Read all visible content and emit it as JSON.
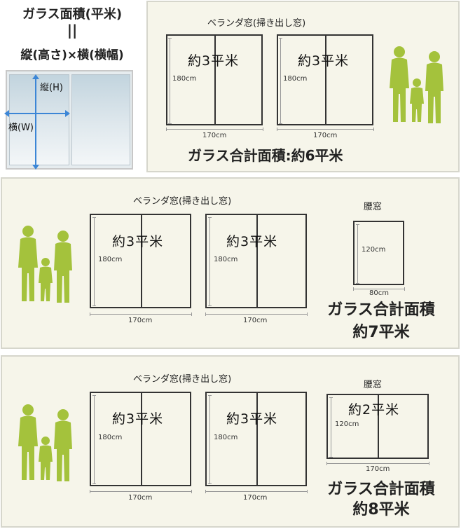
{
  "formula": {
    "title": "ガラス面積(平米)",
    "equals": "||",
    "expression": "縦(高さ)×横(横幅)",
    "height_label": "縦(H)",
    "width_label": "横(W)"
  },
  "panel1": {
    "label": "ベランダ窓(掃き出し窓)",
    "window1": {
      "area": "約3平米",
      "height": "180cm",
      "width": "170cm"
    },
    "window2": {
      "area": "約3平米",
      "height": "180cm",
      "width": "170cm"
    },
    "total": "ガラス合計面積:約6平米"
  },
  "panel2": {
    "label": "ベランダ窓(掃き出し窓)",
    "label_small": "腰窓",
    "window1": {
      "area": "約3平米",
      "height": "180cm",
      "width": "170cm"
    },
    "window2": {
      "area": "約3平米",
      "height": "180cm",
      "width": "170cm"
    },
    "window3": {
      "height": "120cm",
      "width": "80cm"
    },
    "total_title": "ガラス合計面積",
    "total_value": "約7平米"
  },
  "panel3": {
    "label": "ベランダ窓(掃き出し窓)",
    "label_small": "腰窓",
    "window1": {
      "area": "約3平米",
      "height": "180cm",
      "width": "170cm"
    },
    "window2": {
      "area": "約3平米",
      "height": "180cm",
      "width": "170cm"
    },
    "window3": {
      "area": "約2平米",
      "height": "120cm",
      "width": "170cm"
    },
    "total_title": "ガラス合計面積",
    "total_value": "約8平米"
  },
  "colors": {
    "silhouette": "#a4c23c",
    "panel_bg": "#f6f5ea",
    "arrow": "#3c86d6"
  }
}
